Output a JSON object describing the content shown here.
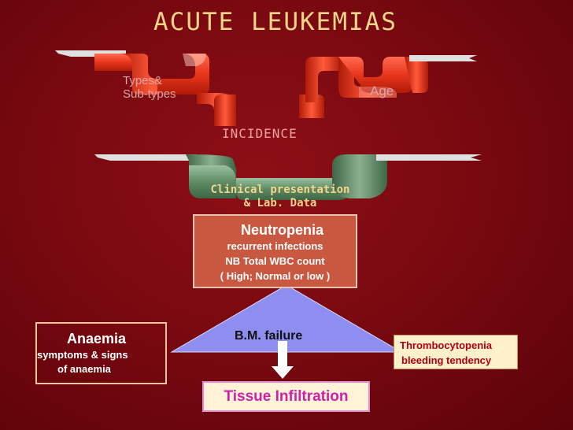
{
  "title": "ACUTE LEUKEMIAS",
  "top_row": {
    "types_line1": "Types&",
    "types_line2": "Sub-types",
    "age": "Age",
    "incidence": "INCIDENCE"
  },
  "clinical": {
    "line1": "Clinical presentation",
    "line2": "& Lab. Data"
  },
  "neutropenia": {
    "heading": "Neutropenia",
    "line1": "recurrent infections",
    "line2": "NB Total WBC count",
    "line3": "( High; Normal or low )"
  },
  "anaemia": {
    "heading": "Anaemia",
    "line1": "symptoms & signs",
    "line2": "of anaemia"
  },
  "bm_failure": "B.M. failure",
  "thrombocytopenia": {
    "line1": "Thrombocytopenia",
    "line2": "bleeding tendency"
  },
  "tissue_infiltration": "Tissue Infiltration",
  "colors": {
    "background": "#7a0910",
    "title": "#f2d58a",
    "red_ribbon": "#e8361c",
    "green_ribbon": "#5f8a64",
    "triangle": "#8e8ef0",
    "neutropenia_box": "#c85840",
    "tissue_text": "#cc22aa",
    "thrombo_text": "#b00010"
  }
}
